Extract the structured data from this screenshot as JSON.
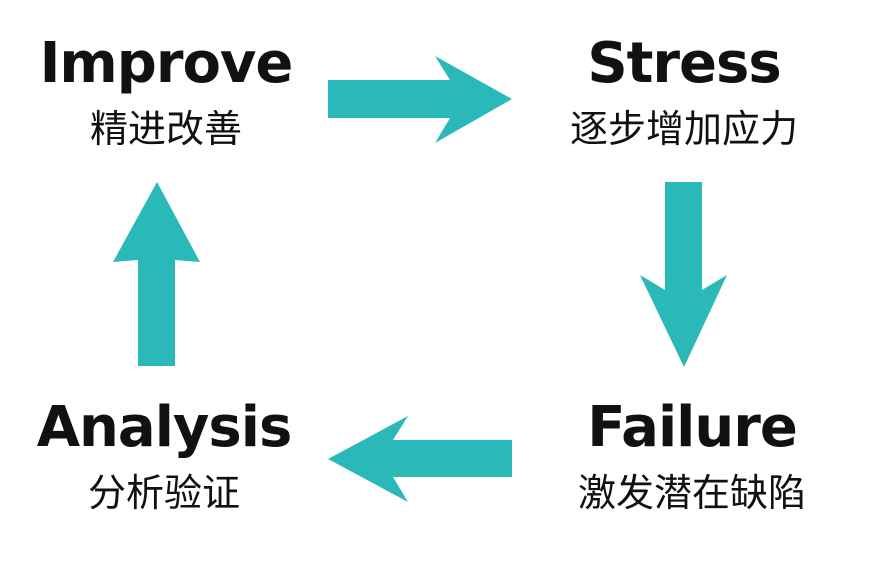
{
  "colors": {
    "arrow": "#2bb8b8",
    "text": "#111111",
    "background": "#ffffff"
  },
  "nodes": {
    "improve": {
      "title": "Improve",
      "subtitle": "精进改善"
    },
    "stress": {
      "title": "Stress",
      "subtitle": "逐步增加应力"
    },
    "failure": {
      "title": "Failure",
      "subtitle": "激发潜在缺陷"
    },
    "analysis": {
      "title": "Analysis",
      "subtitle": "分析验证"
    }
  }
}
